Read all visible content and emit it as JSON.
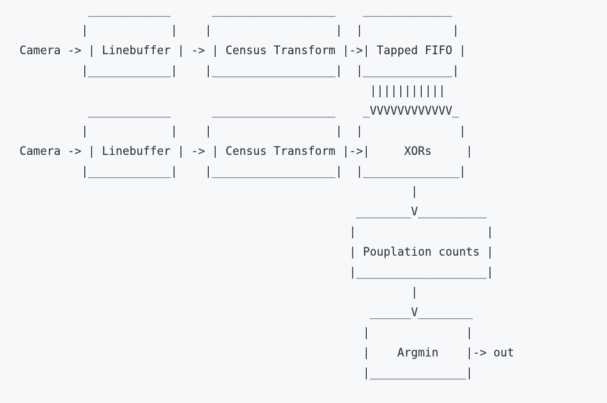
{
  "diagram": {
    "lines": [
      "          ____________      __________________    _____________",
      "         |            |    |                  |  |             |",
      "Camera -> | Linebuffer | -> | Census Transform |->| Tapped FIFO |",
      "         |____________|    |__________________|  |_____________|",
      "                                                   |||||||||||",
      "          ____________      __________________    _VVVVVVVVVVVV_",
      "         |            |    |                  |  |              |",
      "Camera -> | Linebuffer | -> | Census Transform |->|     XORs     |",
      "         |____________|    |__________________|  |______________|",
      "                                                         |",
      "                                                 ________V__________",
      "                                                |                   |",
      "                                                | Pouplation counts |",
      "                                                |___________________|",
      "                                                         |",
      "                                                   ______V________",
      "                                                  |              |",
      "                                                  |    Argmin    |-> out",
      "                                                  |______________|"
    ]
  }
}
